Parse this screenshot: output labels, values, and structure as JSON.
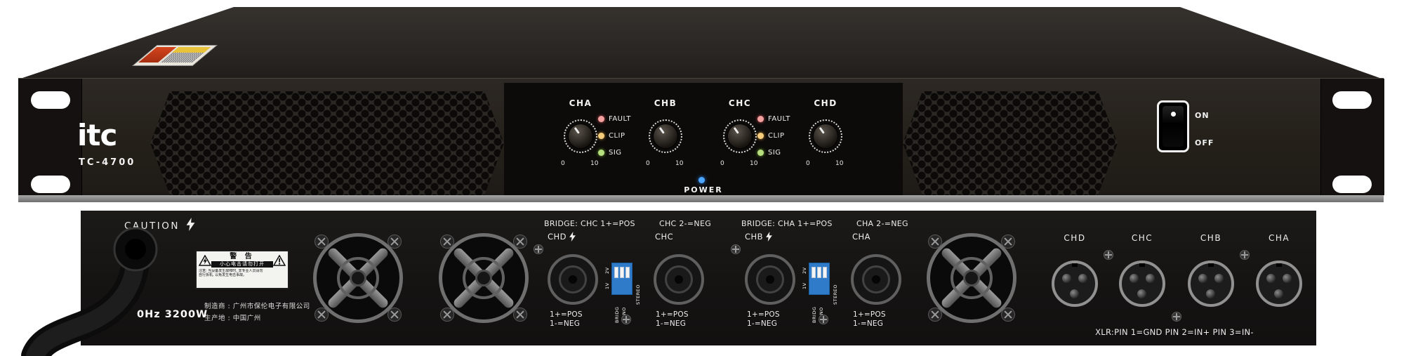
{
  "front": {
    "brand": "itc",
    "model": "TC-4700",
    "channel_labels": [
      "CHA",
      "CHB",
      "CHC",
      "CHD"
    ],
    "scale_min": "0",
    "scale_max": "10",
    "led_labels": [
      "FAULT",
      "CLIP",
      "SIG"
    ],
    "led_colors": {
      "fault": "#f2a0a0",
      "clip": "#f6cc7d",
      "sig": "#b7df7e",
      "power": "#4da6ff"
    },
    "power_label": "POWER",
    "switch_on": "ON",
    "switch_off": "OFF"
  },
  "rear": {
    "caution": "CAUTION",
    "warning": {
      "title": "警 告",
      "subtitle": "小心电击请勿打开",
      "note_label": "注意:",
      "note_line1": "当设备发生故障时, 非专业人员请勿",
      "note_line2": "自行拆机, 以免发生电击事故。"
    },
    "power_spec": "0Hz 3200W",
    "manufacturer_line1": "制造商 : 广州市保伦电子有限公司",
    "manufacturer_line2": "生产地 : 中国广州",
    "bridge1_left": "BRIDGE: CHC 1+=POS",
    "bridge1_right": "CHC 2-=NEG",
    "bridge2_left": "BRIDGE: CHA 1+=POS",
    "bridge2_right": "CHA 2-=NEG",
    "speakon_channels": [
      "CHD",
      "CHC",
      "CHB",
      "CHA"
    ],
    "speakon_pos": "1+=POS",
    "speakon_neg": "1-=NEG",
    "dip": {
      "v2": "2V",
      "v1": "1V",
      "bridg": "BRIDG",
      "mono": "MONO",
      "stereo": "STEREO"
    },
    "xlr_channels": [
      "CHD",
      "CHC",
      "CHB",
      "CHA"
    ],
    "xlr_note": "XLR:PIN 1=GND PIN 2=IN+ PIN 3=IN-"
  }
}
